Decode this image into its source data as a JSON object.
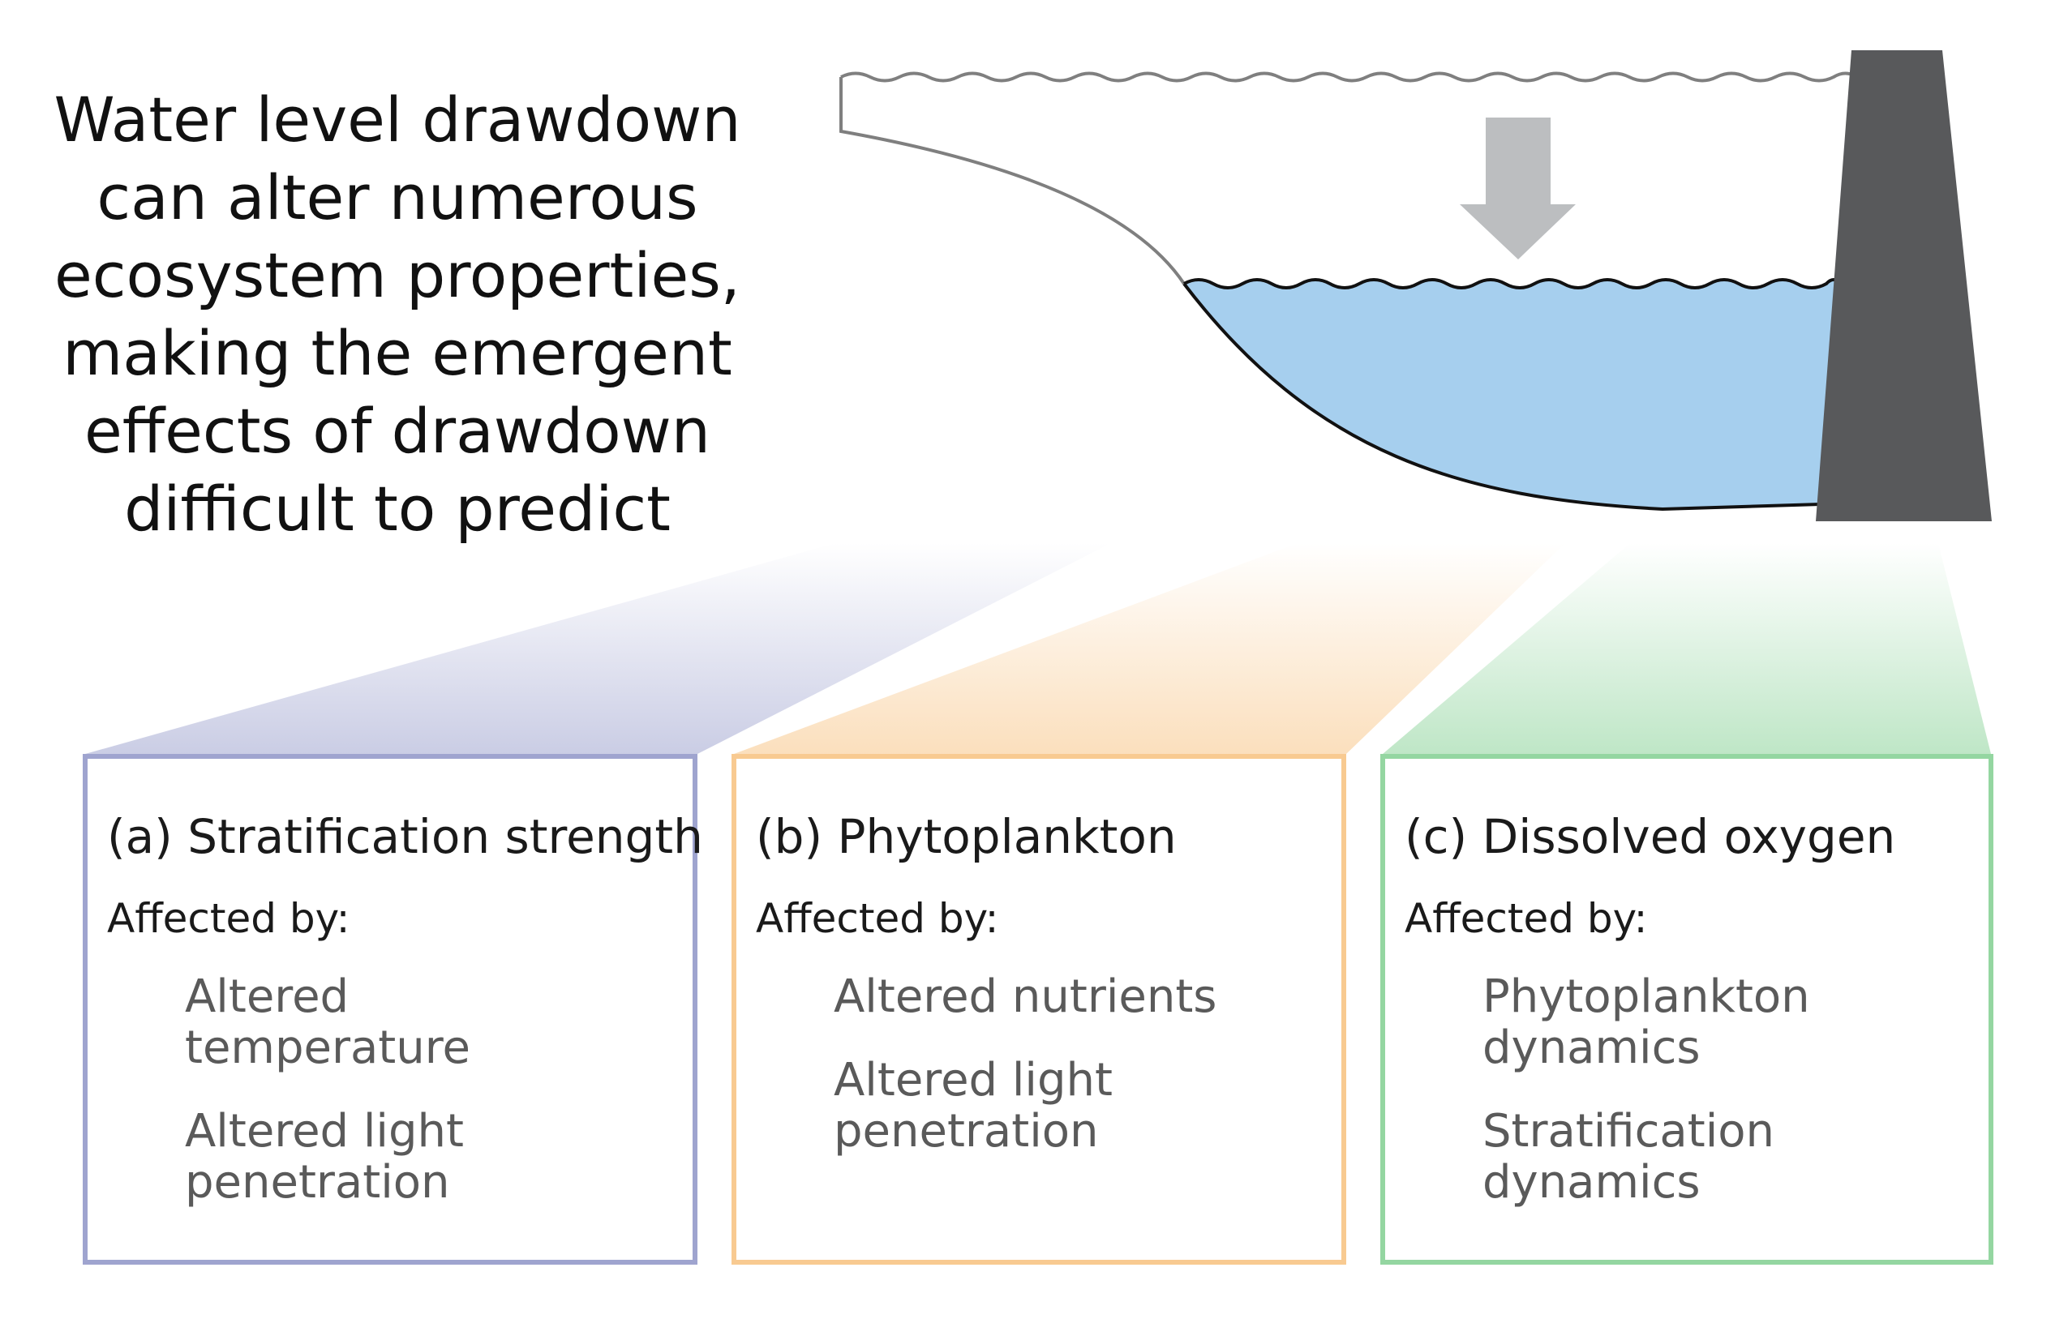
{
  "headline": {
    "lines": [
      "Water level drawdown",
      "can alter numerous",
      "ecosystem properties,",
      "making the emergent",
      "effects of drawdown",
      "difficult to predict"
    ]
  },
  "colors": {
    "water": "#a6cfee",
    "dam": "#58595b",
    "arrow": "#bcbec0",
    "outline": "#7f7f7f",
    "stratification": "#9fa4cf",
    "phytoplankton": "#f8ca91",
    "oxygen": "#94d6a1"
  },
  "boxes": [
    {
      "title": "(a) Stratification strength",
      "subtitle": "Affected by:",
      "items": [
        [
          "Altered",
          "temperature"
        ],
        [
          "Altered light",
          "penetration"
        ]
      ]
    },
    {
      "title": "(b) Phytoplankton",
      "subtitle": "Affected by:",
      "items": [
        [
          "Altered nutrients"
        ],
        [
          "Altered light",
          "penetration"
        ]
      ]
    },
    {
      "title": "(c) Dissolved oxygen",
      "subtitle": "Affected by:",
      "items": [
        [
          "Phytoplankton",
          "dynamics"
        ],
        [
          "Stratification",
          "dynamics"
        ]
      ]
    }
  ]
}
